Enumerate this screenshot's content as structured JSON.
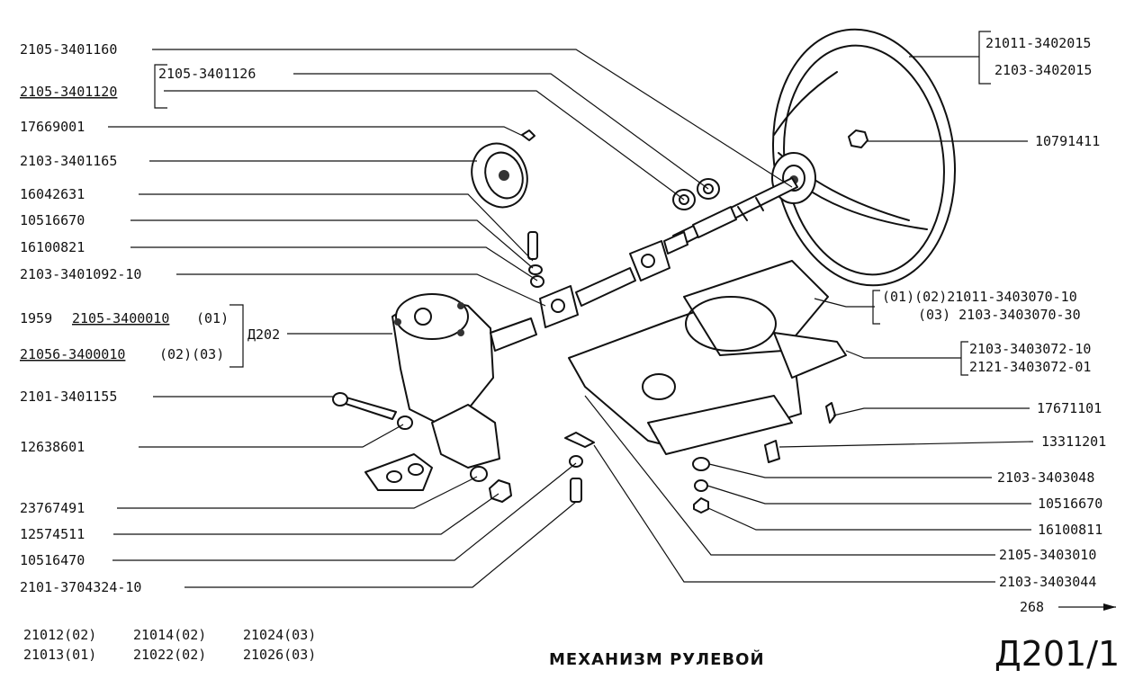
{
  "left_labels": [
    "2105-3401160",
    "2105-3401126",
    "2105-3401120",
    "17669001",
    "2103-3401165",
    "16042631",
    "10516670",
    "16100821",
    "2103-3401092-10",
    "1959",
    "2105-3400010",
    "(01)",
    "21056-3400010",
    "(02)(03)",
    "Д202",
    "2101-3401155",
    "12638601",
    "23767491",
    "12574511",
    "10516470",
    "2101-3704324-10"
  ],
  "right_labels": [
    "21011-3402015",
    "2103-3402015",
    "10791411",
    "(01)(02)21011-3403070-10",
    "(03)  2103-3403070-30",
    "2103-3403072-10",
    "2121-3403072-01",
    "17671101",
    "13311201",
    "2103-3403048",
    "10516670",
    "16100811",
    "2105-3403010",
    "2103-3403044"
  ],
  "next_page": "268",
  "models": [
    [
      "21012(02)",
      "21014(02)",
      "21024(03)"
    ],
    [
      "21013(01)",
      "21022(02)",
      "21026(03)"
    ]
  ],
  "title": "МЕХАНИЗМ РУЛЕВОЙ",
  "page_code": "Д201/1"
}
